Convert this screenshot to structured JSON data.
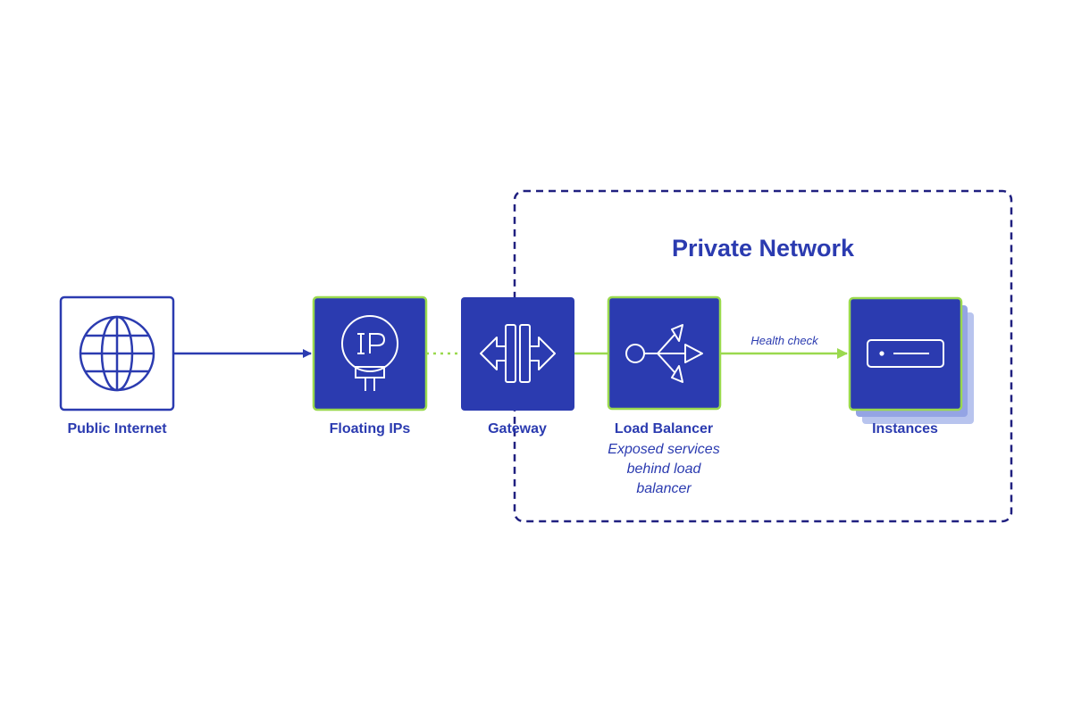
{
  "region": {
    "title": "Private Network"
  },
  "nodes": {
    "public_internet": {
      "label": "Public Internet",
      "icon": "globe-icon"
    },
    "floating_ips": {
      "label": "Floating IPs",
      "icon": "ip-bulb-icon"
    },
    "gateway": {
      "label": "Gateway",
      "icon": "router-arrows-icon"
    },
    "load_balancer": {
      "label": "Load Balancer",
      "icon": "load-balancer-icon",
      "description_lines": [
        "Exposed services",
        "behind load",
        "balancer"
      ]
    },
    "instances": {
      "label": "Instances",
      "icon": "server-icon"
    }
  },
  "edges": {
    "health_check": {
      "label": "Health check"
    }
  },
  "colors": {
    "primary": "#2b3bb0",
    "accent": "#9ad94e",
    "shadow": "#b8c4ee",
    "dashed_border": "#202080",
    "background": "#ffffff"
  }
}
